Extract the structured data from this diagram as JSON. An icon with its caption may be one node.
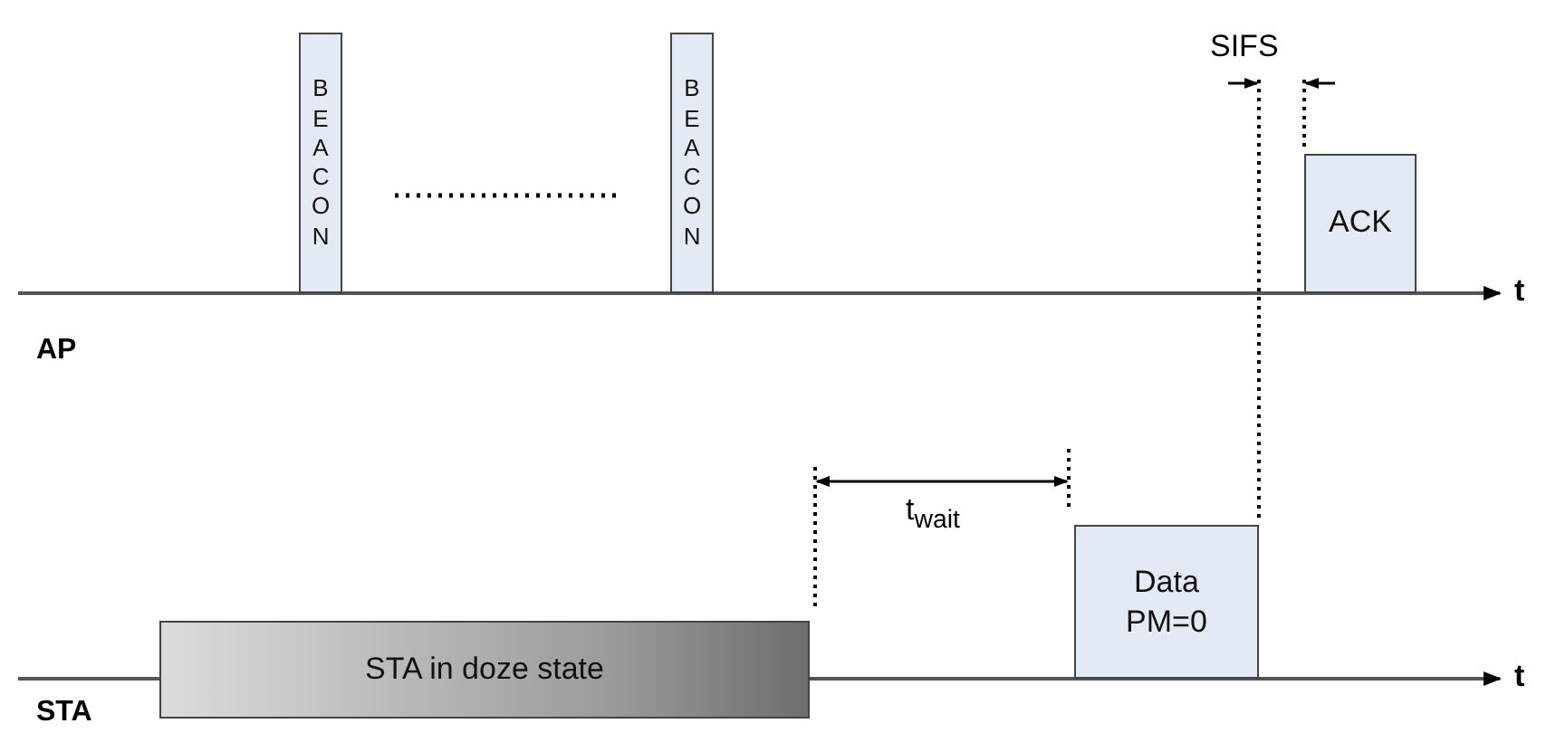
{
  "diagram": {
    "nodes": [
      {
        "text": [
          "B E A C O N"
        ]
      },
      {
        "text": [
          "B E A C O N"
        ]
      },
      {
        "text": [
          "ACK"
        ]
      },
      {
        "text": [
          "Data PM=0"
        ]
      },
      {
        "text": [
          "STA in doze state"
        ]
      }
    ],
    "labels": [
      "SIFS",
      "t",
      "AP",
      "t$_{wait}$",
      "t",
      "STA"
    ]
  }
}
